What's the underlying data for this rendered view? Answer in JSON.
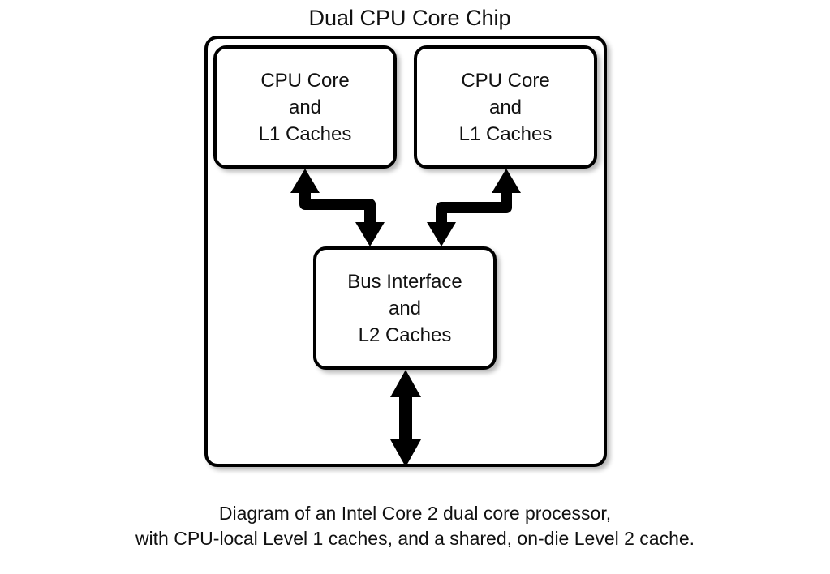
{
  "chip": {
    "title": "Dual CPU Core Chip"
  },
  "blocks": {
    "core_left": {
      "line1": "CPU Core",
      "line2": "and",
      "line3": "L1 Caches"
    },
    "core_right": {
      "line1": "CPU Core",
      "line2": "and",
      "line3": "L1 Caches"
    },
    "bus": {
      "line1": "Bus Interface",
      "line2": "and",
      "line3": "L2 Caches"
    }
  },
  "caption": {
    "line1": "Diagram of an Intel Core 2 dual core processor,",
    "line2": "with CPU-local Level 1 caches, and a shared, on-die Level 2 cache."
  },
  "colors": {
    "stroke": "#000000",
    "background": "#ffffff"
  }
}
